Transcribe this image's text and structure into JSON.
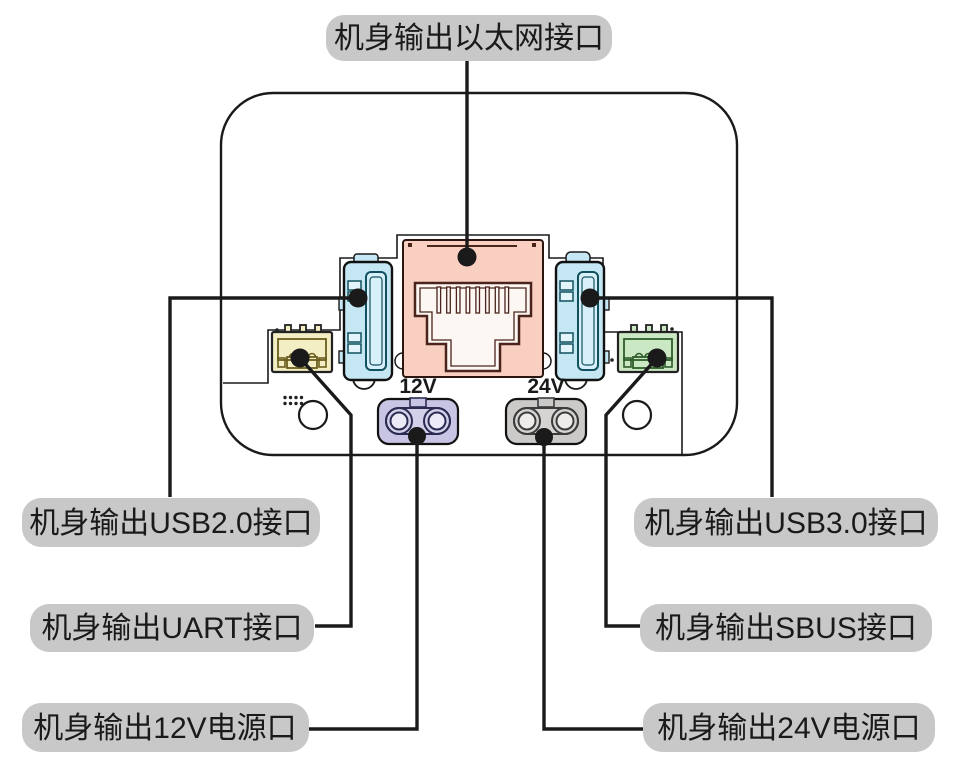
{
  "callouts": {
    "ethernet": "机身输出以太网接口",
    "usb2": "机身输出USB2.0接口",
    "usb3": "机身输出USB3.0接口",
    "uart": "机身输出UART接口",
    "sbus": "机身输出SBUS接口",
    "v12": "机身输出12V电源口",
    "v24": "机身输出24V电源口"
  },
  "markings": {
    "v12": "12V",
    "v24": "24V"
  },
  "colors": {
    "ethernet_port": "#f8cfc1",
    "usb_port": "#c5e7f4",
    "uart_connector": "#f3eec3",
    "sbus_connector": "#cbe8c4",
    "power_12v": "#c7c5e3",
    "power_24v": "#cccac8",
    "label_background": "#c8c8c8",
    "line": "#1a1a1a"
  }
}
